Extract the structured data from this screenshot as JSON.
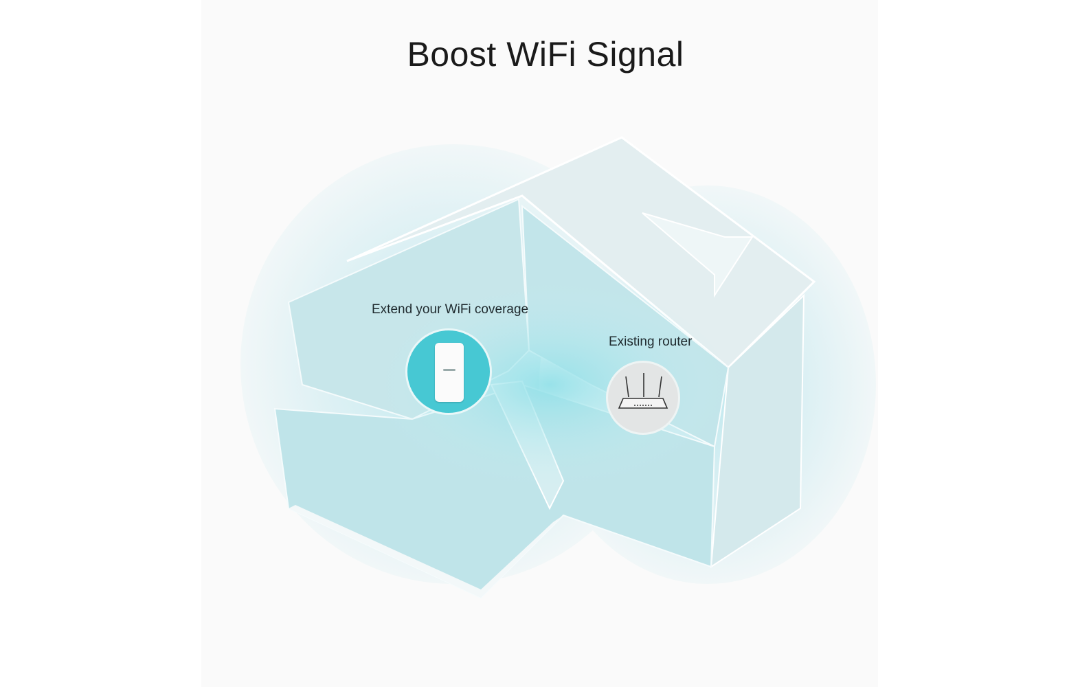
{
  "title": "Boost WiFi Signal",
  "labels": {
    "extender": "Extend your WiFi coverage",
    "router": "Existing router"
  },
  "icons": {
    "extender": "range-extender-icon",
    "router": "router-icon"
  },
  "colors": {
    "accent": "#47c8d3",
    "background": "#fafafa",
    "house": "#dfeef1"
  }
}
